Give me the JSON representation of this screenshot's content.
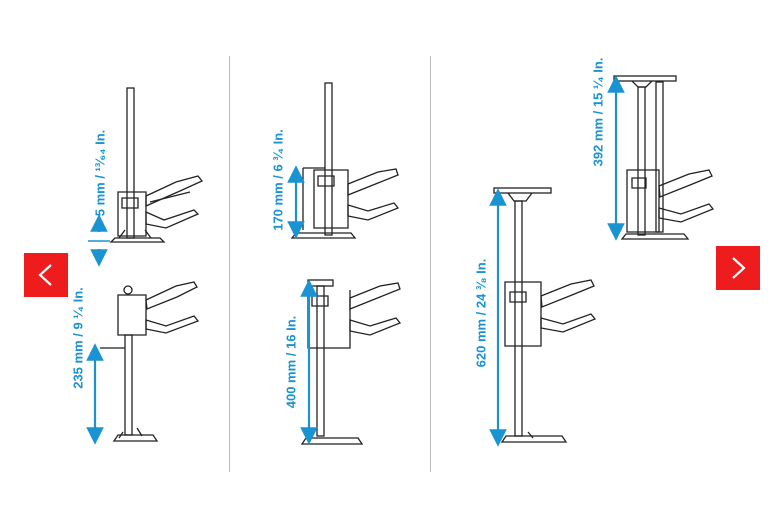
{
  "navigation": {
    "prev_icon": "chevron-left-icon",
    "next_icon": "chevron-right-icon",
    "button_color": "#ee1c1c"
  },
  "dimensions": {
    "d1": "5 mm / ¹³⁄₆₄ In.",
    "d2": "235 mm / 9 ¹⁄₄ In.",
    "d3": "170 mm / 6 ³⁄₄ In.",
    "d4": "400 mm / 16 In.",
    "d5": "620 mm / 24 ³⁄₈ In.",
    "d6": "392 mm / 15 ¹⁄₄ In."
  },
  "accent_color": "#1a93d2"
}
